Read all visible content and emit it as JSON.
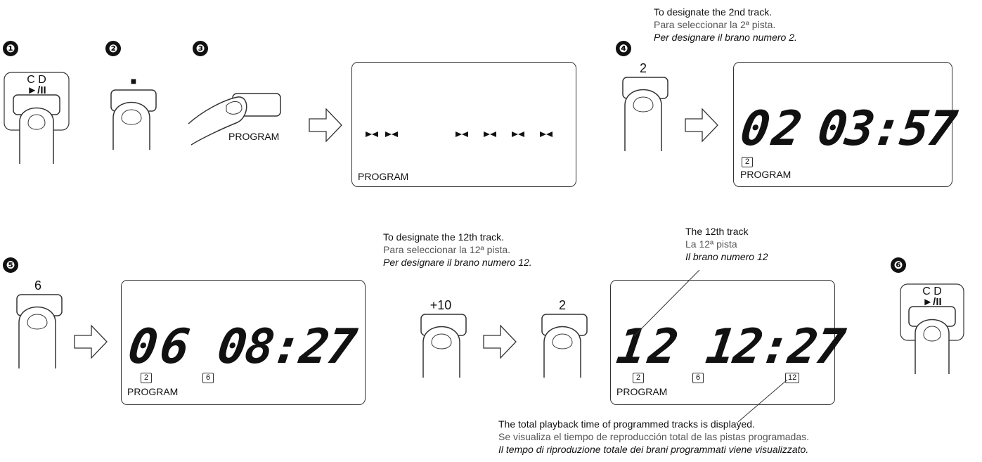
{
  "steps": {
    "s1": "❶",
    "s2": "❷",
    "s3": "❸",
    "s4": "❹",
    "s5": "❺",
    "s6": "❻"
  },
  "cd_button": {
    "line1": "C D",
    "line2": "►/II"
  },
  "stop_symbol": "■",
  "program_button": "PROGRAM",
  "display1": {
    "label": "PROGRAM",
    "pattern": "-- ----"
  },
  "caption_2nd": {
    "en": "To designate the 2nd track.",
    "es": "Para seleccionar la 2ª pista.",
    "it": "Per designare il brano numero 2."
  },
  "btn_2a": "2",
  "display2": {
    "track": "02",
    "time": "03:57",
    "tags": [
      "2"
    ],
    "label": "PROGRAM"
  },
  "btn_6": "6",
  "display3": {
    "track": "06",
    "time": "08:27",
    "tags": [
      "2",
      "6"
    ],
    "label": "PROGRAM"
  },
  "caption_12th": {
    "en": "To designate the 12th track.",
    "es": "Para seleccionar la 12ª pista.",
    "it": "Per designare il brano numero 12."
  },
  "btn_plus10": "+10",
  "btn_2b": "2",
  "caption_track12": {
    "en": "The 12th track",
    "es": "La 12ª pista",
    "it": "Il brano numero 12"
  },
  "display4": {
    "track": "12",
    "time": "12:27",
    "tags": [
      "2",
      "6",
      "12"
    ],
    "label": "PROGRAM"
  },
  "caption_total": {
    "en": "The total playback time of programmed tracks is displayed.",
    "es": "Se visualiza el tiempo de reproducción total de las pistas programadas.",
    "it": "Il tempo di riproduzione totale dei brani programmati viene visualizzato."
  }
}
